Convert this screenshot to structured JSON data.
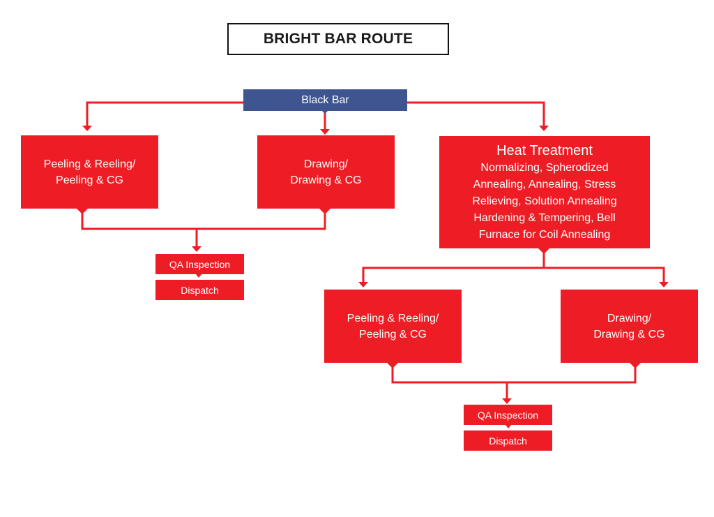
{
  "title": "BRIGHT  BAR ROUTE",
  "source": "Black Bar",
  "left_branch": {
    "peeling": [
      "Peeling & Reeling/",
      "Peeling & CG"
    ],
    "drawing": [
      "Drawing/",
      "Drawing & CG"
    ],
    "qa": "QA Inspection",
    "dispatch": "Dispatch"
  },
  "heat_treatment": {
    "title": "Heat Treatment",
    "lines": [
      "Normalizing, Spherodized",
      "Annealing, Annealing, Stress",
      "Relieving, Solution Annealing",
      "Hardening & Tempering, Bell",
      "Furnace for Coil Annealing"
    ]
  },
  "right_branch": {
    "peeling": [
      "Peeling & Reeling/",
      "Peeling & CG"
    ],
    "drawing": [
      "Drawing/",
      "Drawing & CG"
    ],
    "qa": "QA Inspection",
    "dispatch": "Dispatch"
  },
  "colors": {
    "process": "#ee1d25",
    "source": "#3e5590",
    "connector": "#ee1d25"
  }
}
